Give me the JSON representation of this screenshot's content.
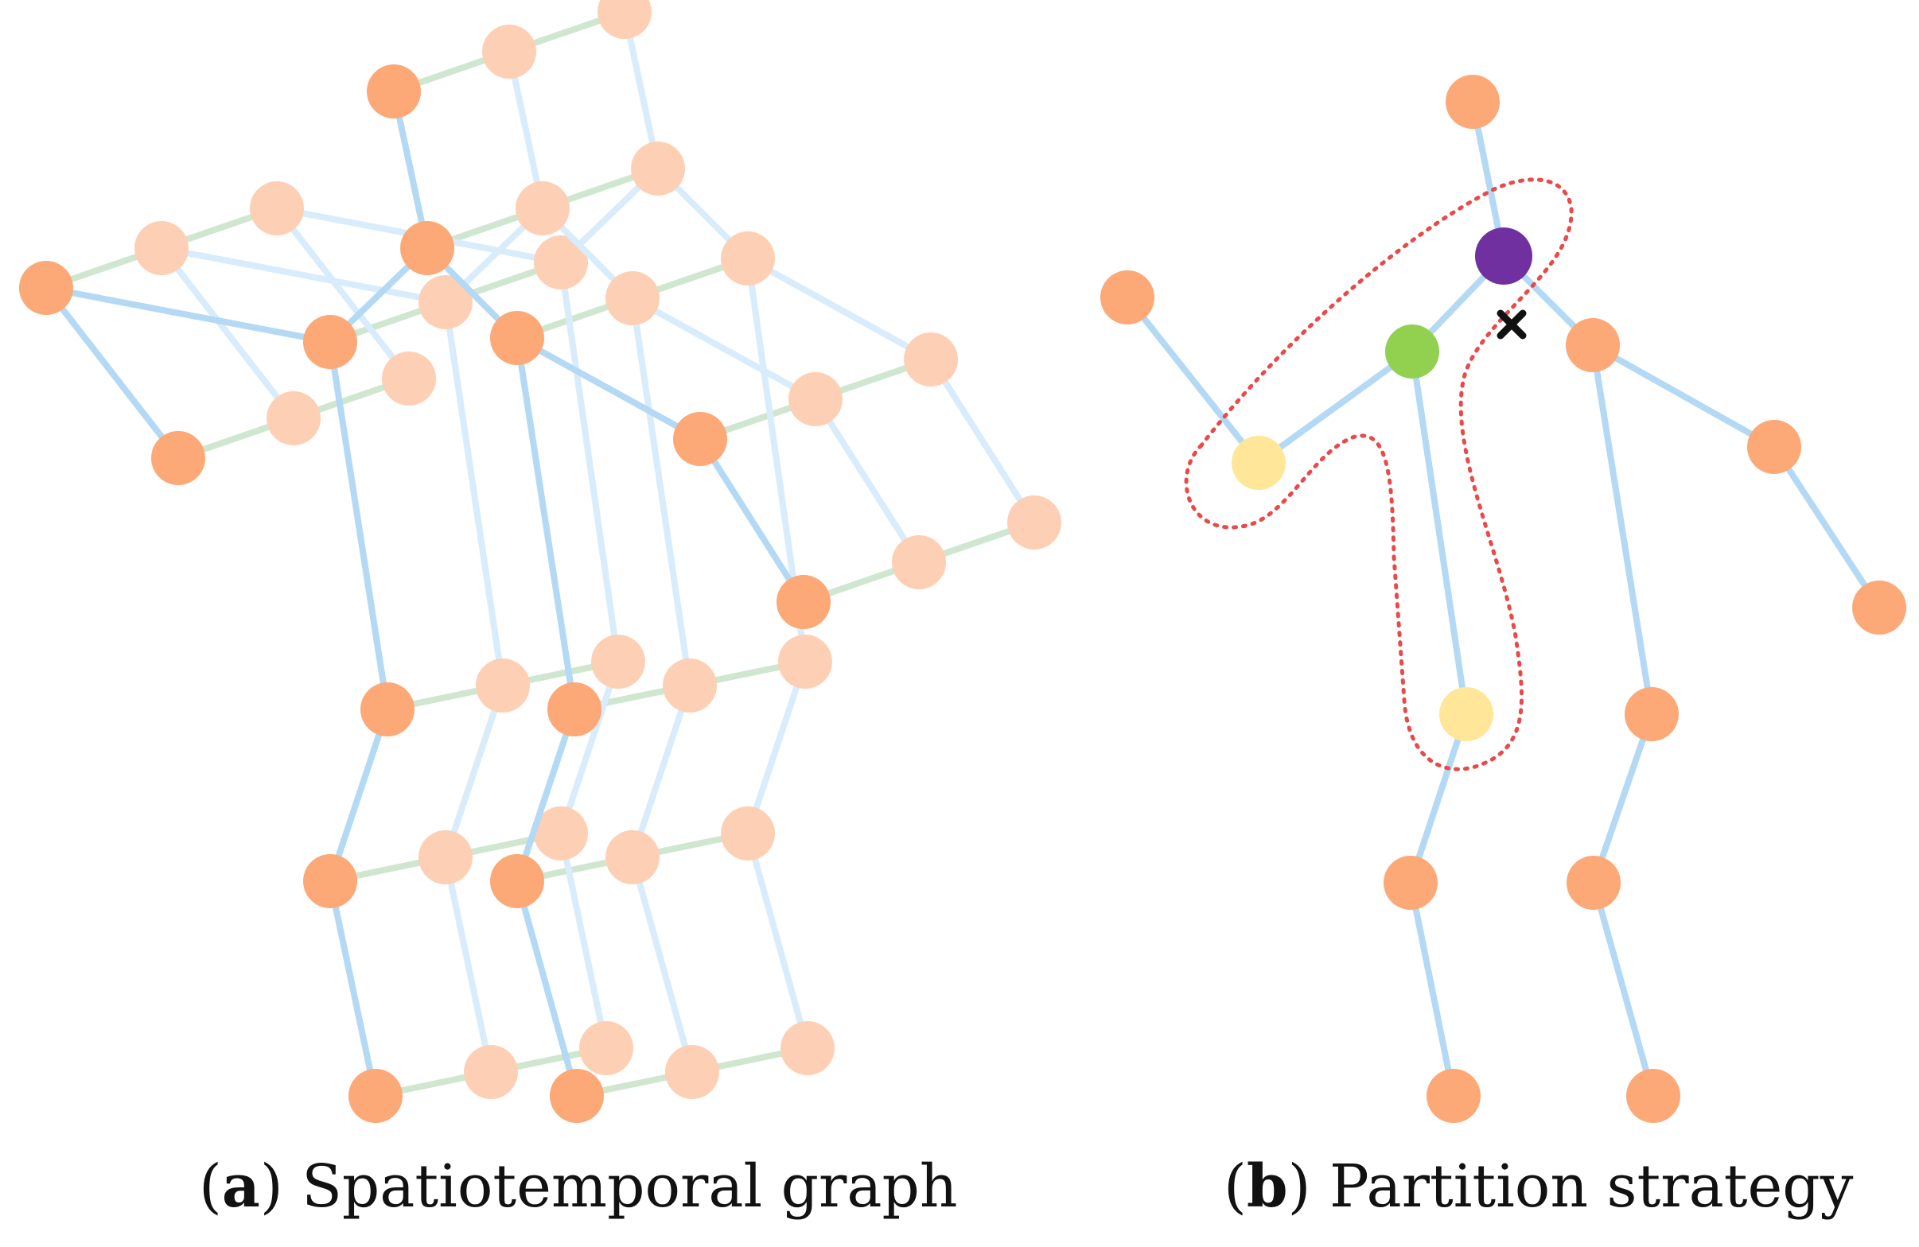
{
  "captions": {
    "a": {
      "letter": "a",
      "text": "Spatiotemporal graph"
    },
    "b": {
      "letter": "b",
      "text": "Partition strategy"
    }
  },
  "colors": {
    "joint": "#fca877",
    "joint_faded": "#fdd0b5",
    "bone": "#b3d9f5",
    "bone_faded": "#d8ecfb",
    "temporal_link": "#cfe6cf",
    "root_node": "#7030a0",
    "centripetal_node": "#92d050",
    "neighbor_node": "#ffe699",
    "partition_outline": "#e84a4a",
    "center_marker": "#111111"
  },
  "icons": {
    "center": "cross-mark-icon"
  }
}
